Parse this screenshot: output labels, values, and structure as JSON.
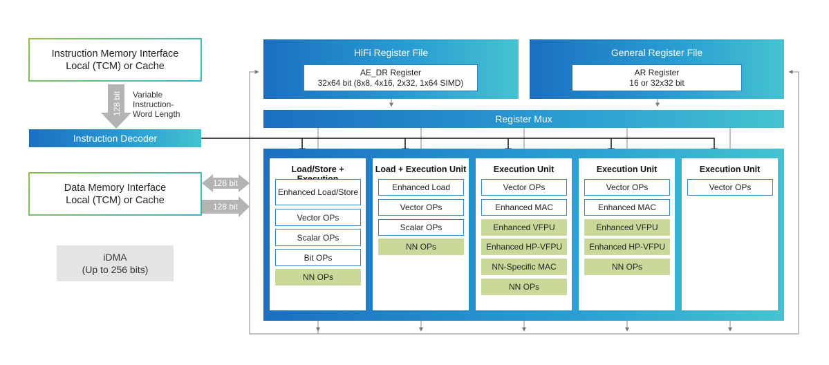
{
  "instruction_memory": {
    "line1": "Instruction Memory Interface",
    "line2": "Local (TCM) or Cache"
  },
  "bus_128": {
    "label": "128 bit",
    "note_line1": "Variable",
    "note_line2": "Instruction-",
    "note_line3": "Word Length"
  },
  "instruction_decoder": {
    "label": "Instruction Decoder"
  },
  "data_memory": {
    "line1": "Data Memory Interface",
    "line2": "Local (TCM) or Cache",
    "bus_top": "128 bit",
    "bus_bottom": "128 bit"
  },
  "idma": {
    "line1": "iDMA",
    "line2": "(Up to 256 bits)"
  },
  "hifi_register_file": {
    "title": "HiFi Register File",
    "reg_name": "AE_DR Register",
    "reg_desc": "32x64 bit (8x8, 4x16, 2x32, 1x64 SIMD)"
  },
  "general_register_file": {
    "title": "General Register File",
    "reg_name": "AR Register",
    "reg_desc": "16 or 32x32 bit"
  },
  "register_mux": {
    "label": "Register Mux"
  },
  "units": [
    {
      "title": "Load/Store + Execution",
      "ops": [
        {
          "label": "Enhanced Load/Store",
          "style": "blue"
        },
        {
          "label": "Vector OPs",
          "style": "blue"
        },
        {
          "label": "Scalar OPs",
          "style": "blue"
        },
        {
          "label": "Bit OPs",
          "style": "blue"
        },
        {
          "label": "NN OPs",
          "style": "green"
        }
      ]
    },
    {
      "title": "Load + Execution Unit",
      "ops": [
        {
          "label": "Enhanced Load",
          "style": "blue"
        },
        {
          "label": "Vector OPs",
          "style": "blue"
        },
        {
          "label": "Scalar OPs",
          "style": "blue"
        },
        {
          "label": "NN OPs",
          "style": "green"
        }
      ]
    },
    {
      "title": "Execution Unit",
      "ops": [
        {
          "label": "Vector OPs",
          "style": "blue"
        },
        {
          "label": "Enhanced MAC",
          "style": "blue"
        },
        {
          "label": "Enhanced VFPU",
          "style": "green"
        },
        {
          "label": "Enhanced HP-VFPU",
          "style": "green"
        },
        {
          "label": "NN-Specific MAC",
          "style": "green"
        },
        {
          "label": "NN OPs",
          "style": "green"
        }
      ]
    },
    {
      "title": "Execution Unit",
      "ops": [
        {
          "label": "Vector OPs",
          "style": "blue"
        },
        {
          "label": "Enhanced MAC",
          "style": "blue"
        },
        {
          "label": "Enhanced VFPU",
          "style": "green"
        },
        {
          "label": "Enhanced HP-VFPU",
          "style": "green"
        },
        {
          "label": "NN OPs",
          "style": "green"
        }
      ]
    },
    {
      "title": "Execution Unit",
      "ops": [
        {
          "label": "Vector OPs",
          "style": "blue"
        }
      ]
    }
  ],
  "colors": {
    "blue_dark": "#1b6fc0",
    "teal": "#45c3cf",
    "green_op": "#c9d99a",
    "arrow_gray": "#b3b3b3"
  }
}
